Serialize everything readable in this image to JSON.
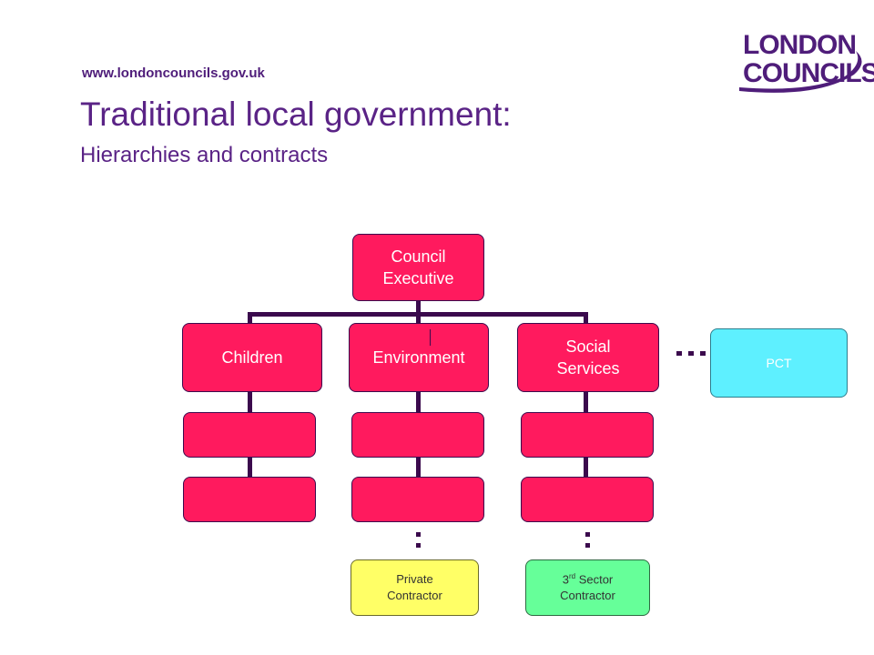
{
  "header": {
    "url": "www.londoncouncils.gov.uk",
    "title": "Traditional local government:",
    "subtitle": "Hierarchies and contracts"
  },
  "logo": {
    "line1": "LONDON",
    "line2": "COUNCILS"
  },
  "diagram": {
    "executive": "Council Executive",
    "departments": [
      "Children",
      "Environment",
      "Social Services"
    ],
    "partner": "PCT",
    "contractors": {
      "private": "Private Contractor",
      "third_prefix": "3",
      "third_sup": "rd",
      "third_rest": " Sector Contractor"
    }
  },
  "colors": {
    "title": "#5a2386",
    "box_pink": "#ff1a5e",
    "box_cyan": "#5ef0ff",
    "box_yellow": "#ffff66",
    "box_green": "#66ff99",
    "connector": "#3b0a4d"
  }
}
